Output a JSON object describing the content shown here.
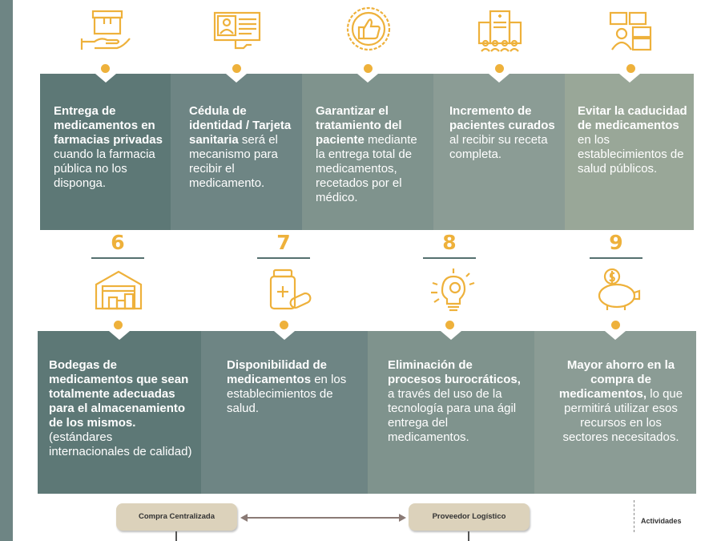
{
  "colors": {
    "accent": "#eeb13b",
    "panel_top": [
      "#5d7876",
      "#6e8584",
      "#7f938d",
      "#8b9c95",
      "#99a798"
    ],
    "panel_bottom": [
      "#5d7876",
      "#6e8584",
      "#7f938d",
      "#8b9c95"
    ],
    "number_line": "#55706f",
    "pill_bg": "#dcd2bb",
    "left_bar": "#6e8584"
  },
  "top_row": [
    {
      "icon": "hand-box-icon",
      "bold": "Entrega de medicamentos en farmacias privadas",
      "rest": " cuando la farmacia pública no los disponga."
    },
    {
      "icon": "id-card-icon",
      "bold": "Cédula de identidad / Tarjeta sanitaria",
      "rest": " será el mecanismo para recibir el medicamento."
    },
    {
      "icon": "thumbs-up-badge-icon",
      "bold": "Garantizar el tratamiento del paciente",
      "rest": " mediante la entrega total de medicamentos, recetados por el médico."
    },
    {
      "icon": "hospital-crowd-icon",
      "bold": "Incremento de pacientes curados",
      "rest": " al recibir su receta completa."
    },
    {
      "icon": "boxes-worker-icon",
      "bold": "Evitar la caducidad de medicamentos",
      "rest": " en los establecimientos de salud públicos."
    }
  ],
  "bottom_row": [
    {
      "number": "6",
      "icon": "warehouse-icon",
      "bold": "Bodegas de medicamentos que sean totalmente adecuadas para el almacenamiento de los mismos.",
      "rest": " (estándares internacionales de calidad)"
    },
    {
      "number": "7",
      "icon": "pill-bottle-icon",
      "bold": "Disponibilidad de medicamentos",
      "rest": " en los establecimientos de salud."
    },
    {
      "number": "8",
      "icon": "lightbulb-gear-icon",
      "bold": "Eliminación de procesos burocráticos,",
      "rest": " a través del uso de la tecnología para una ágil entrega del medicamentos."
    },
    {
      "number": "9",
      "icon": "piggy-bank-icon",
      "bold": "Mayor ahorro en la compra de medicamentos,",
      "rest": " lo que permitirá utilizar esos recursos en los sectores necesitados."
    }
  ],
  "footer": {
    "left_pill": "Compra Centralizada",
    "right_pill": "Proveedor Logístico",
    "activities": "Actividades"
  }
}
